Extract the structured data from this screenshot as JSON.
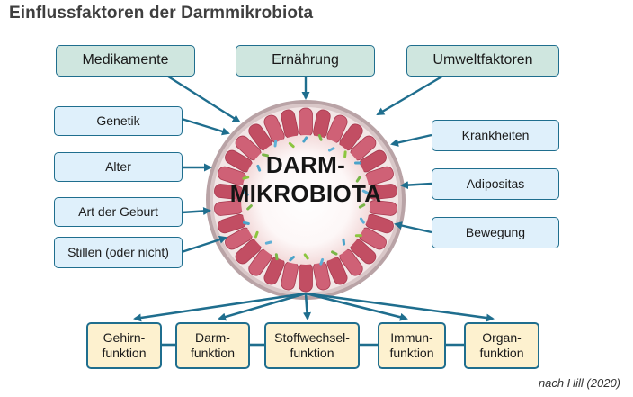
{
  "title": "Einflussfaktoren der Darmmikrobiota",
  "center": {
    "line1": "DARM-",
    "line2": "MIKROBIOTA"
  },
  "top_factors": [
    "Medikamente",
    "Ernährung",
    "Umweltfaktoren"
  ],
  "left_factors": [
    "Genetik",
    "Alter",
    "Art der Geburt",
    "Stillen (oder nicht)"
  ],
  "right_factors": [
    "Krankheiten",
    "Adipositas",
    "Bewegung"
  ],
  "functions": [
    {
      "line1": "Gehirn-",
      "line2": "funktion"
    },
    {
      "line1": "Darm-",
      "line2": "funktion"
    },
    {
      "line1": "Stoffwechsel-",
      "line2": "funktion"
    },
    {
      "line1": "Immun-",
      "line2": "funktion"
    },
    {
      "line1": "Organ-",
      "line2": "funktion"
    }
  ],
  "source": "nach Hill (2020)",
  "colors": {
    "arrow": "#1f6e8e",
    "top_fill": "#cfe6df",
    "side_fill": "#dff0fb",
    "function_fill": "#fdf1cf",
    "villi": "#c9566a"
  }
}
